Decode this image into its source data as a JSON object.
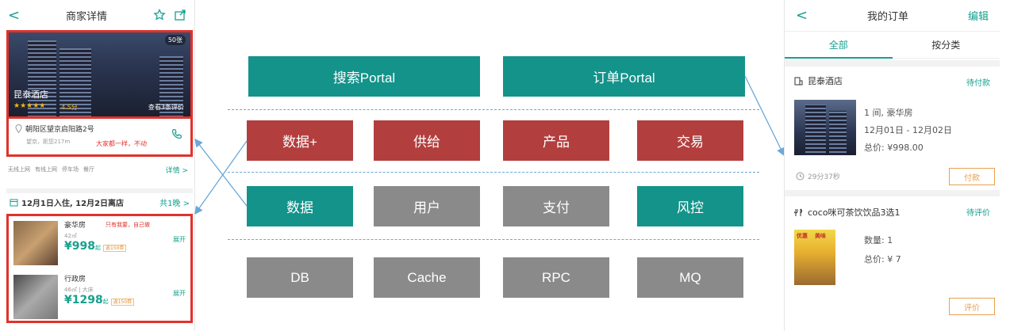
{
  "left_phone": {
    "title": "商家详情",
    "back": "<",
    "photo_count": "50张",
    "hotel_name": "昆泰酒店",
    "stars": "★★★★★",
    "rating": "4.5分",
    "reviews": "查看3条评价",
    "address": "朝阳区望京启阳路2号",
    "distance": "望京，距您217m",
    "annotation_same": "大家都一样，不动",
    "amenities": [
      "无线上网",
      "有线上网",
      "停车场",
      "餐厅"
    ],
    "details_link": "详情 >",
    "stay_dates": "12月1日入住, 12月2日离店",
    "nights": "共1晚 >",
    "annotation_mine": "只有我要，自己做",
    "rooms": [
      {
        "name": "豪华房",
        "area": "42㎡",
        "price": "¥998",
        "suffix": "起",
        "tag": "返150券",
        "expand": "展开"
      },
      {
        "name": "行政房",
        "area": "46㎡ | 大床",
        "price": "¥1298",
        "suffix": "起",
        "tag": "返150券",
        "expand": "展开"
      }
    ]
  },
  "diagram": {
    "portals": [
      "搜索Portal",
      "订单Portal"
    ],
    "business": [
      "数据+",
      "供给",
      "产品",
      "交易"
    ],
    "base": [
      "数据",
      "用户",
      "支付",
      "风控"
    ],
    "infra": [
      "DB",
      "Cache",
      "RPC",
      "MQ"
    ]
  },
  "right_phone": {
    "title": "我的订单",
    "edit": "编辑",
    "tabs": [
      "全部",
      "按分类"
    ],
    "order1": {
      "shop": "昆泰酒店",
      "status": "待付款",
      "room": "1 间, 豪华房",
      "dates": "12月01日 - 12月02日",
      "total": "总价: ¥998.00",
      "countdown": "29分37秒",
      "action": "付款"
    },
    "order2": {
      "shop": "coco咪可茶饮饮品3选1",
      "status": "待评价",
      "qty": "数量: 1",
      "total": "总价: ¥ 7",
      "promo": "优惠",
      "promo2": "美味",
      "action": "评价"
    }
  },
  "colors": {
    "teal": "#13938a",
    "red": "#b33e3e",
    "gray": "#8a8a8a",
    "highlight": "#e0322b"
  }
}
